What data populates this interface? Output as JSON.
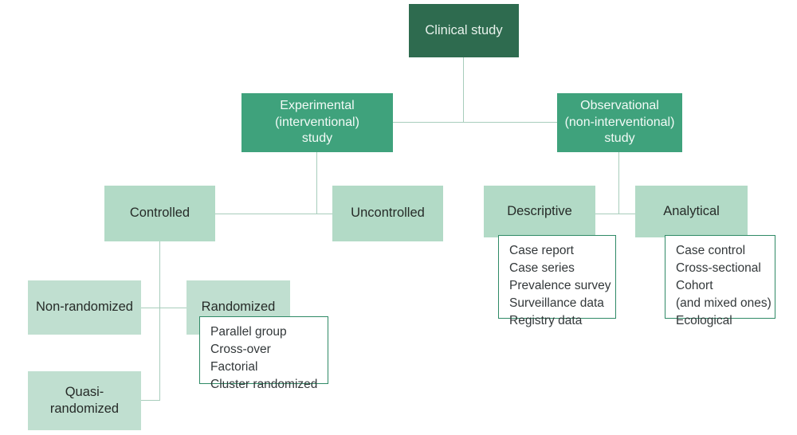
{
  "diagram": {
    "title": "Clinical study classification",
    "colors": {
      "root_fill": "#2e6b4f",
      "level2_fill": "#3fa27c",
      "level3_fill": "#b2dac6",
      "level4_fill": "#c0dfd0",
      "list_border": "#2f8a66",
      "connector": "#a8cdbc",
      "light_text": "#f2faf6",
      "dark_text": "#262b28",
      "background": "#ffffff"
    },
    "nodes": {
      "root": "Clinical study",
      "experimental": "Experimental\n(interventional)\nstudy",
      "observational": "Observational\n(non-interventional)\nstudy",
      "controlled": "Controlled",
      "uncontrolled": "Uncontrolled",
      "descriptive": "Descriptive",
      "analytical": "Analytical",
      "non_randomized": "Non-randomized",
      "randomized": "Randomized",
      "quasi_randomized": "Quasi-\nrandomized"
    },
    "lists": {
      "randomized_types": [
        "Parallel group",
        "Cross-over",
        "Factorial",
        "Cluster randomized"
      ],
      "descriptive_types": [
        "Case report",
        "Case series",
        "Prevalence survey",
        "Surveillance data",
        "Registry data"
      ],
      "analytical_types": [
        "Case control",
        "Cross-sectional",
        "Cohort",
        "(and mixed ones)",
        "Ecological"
      ]
    }
  }
}
